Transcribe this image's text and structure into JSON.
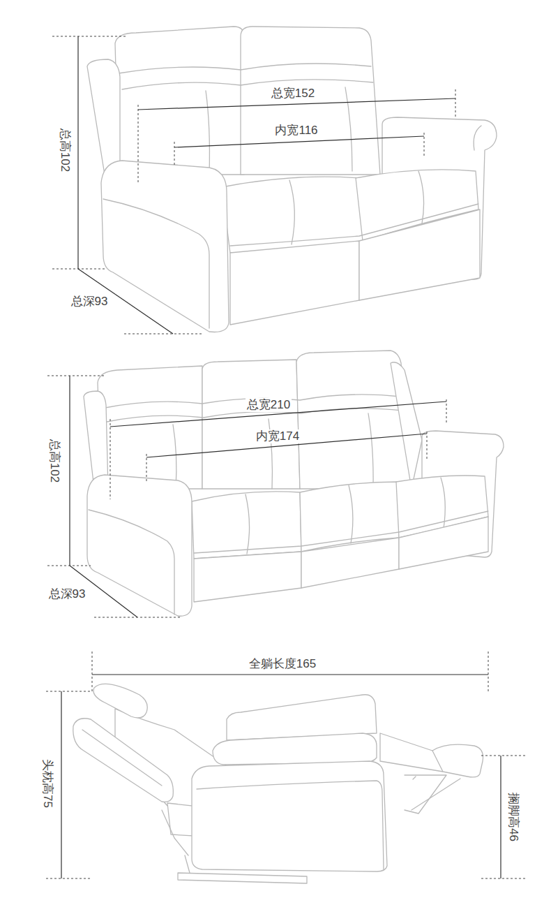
{
  "diagram": {
    "labels": [
      "总宽152",
      "内宽116",
      "总高102",
      "总深93",
      "总宽210",
      "内宽174",
      "总高102",
      "总深93",
      "全躺长度165",
      "头枕高75",
      "搁脚高46"
    ]
  }
}
